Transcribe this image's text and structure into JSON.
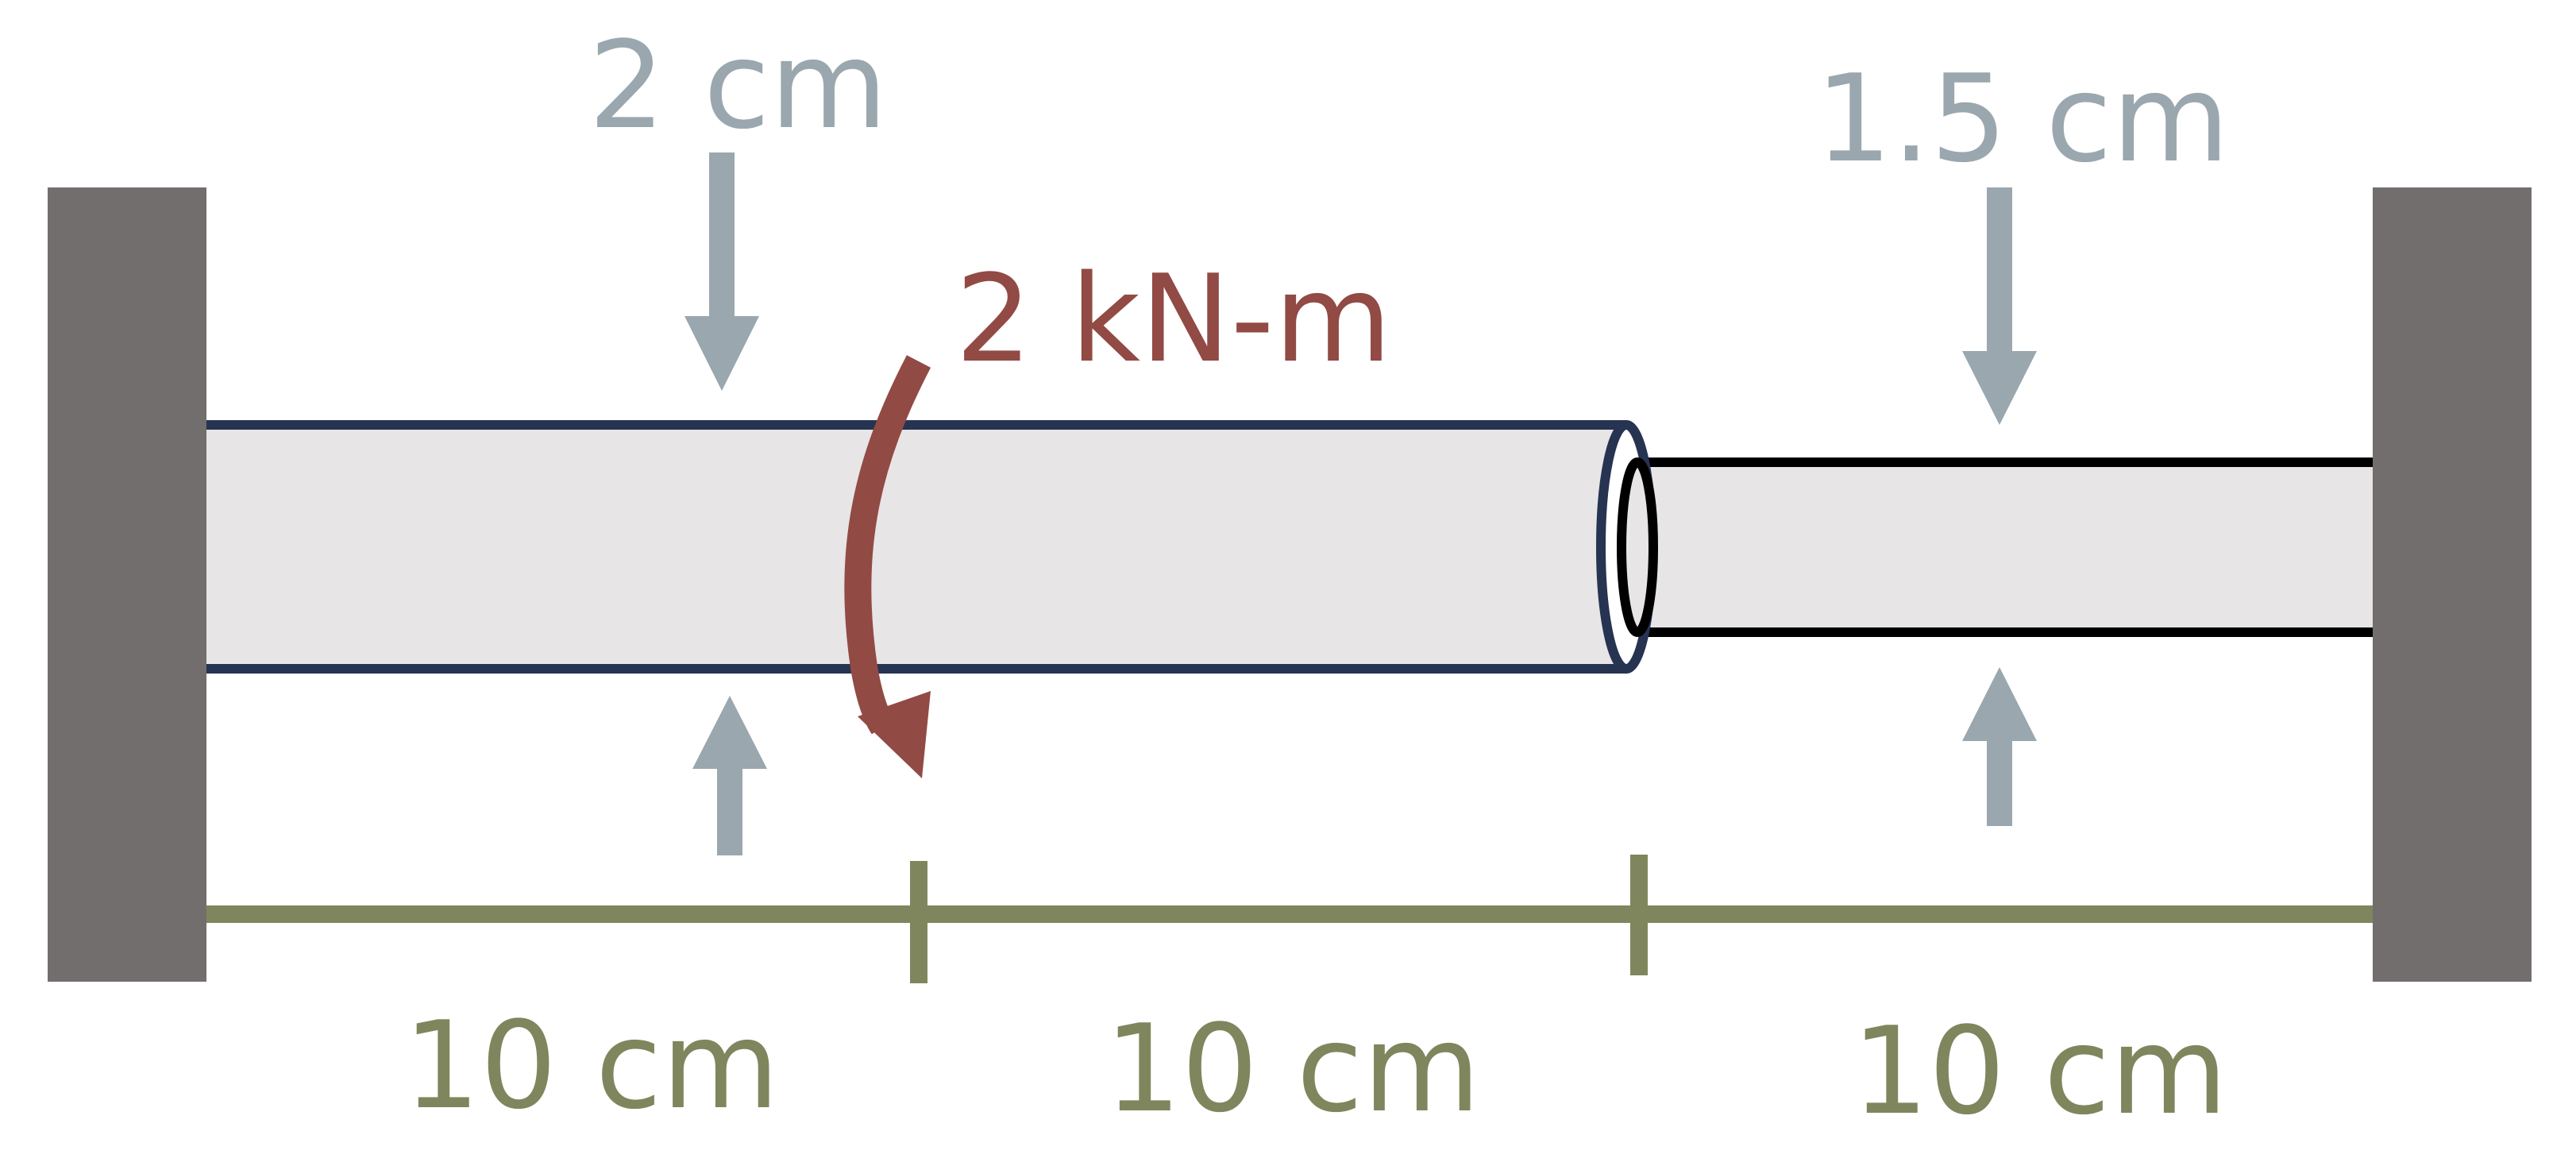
{
  "diagram": {
    "diameters": {
      "large": "2 cm",
      "small": "1.5 cm"
    },
    "torque": {
      "label": "2 kN-m"
    },
    "segments": [
      {
        "label": "10 cm"
      },
      {
        "label": "10 cm"
      },
      {
        "label": "10 cm"
      }
    ]
  },
  "colors": {
    "wall": "#726e6d",
    "shaft_fill": "#e7e5e6",
    "large_shaft_outline": "#263351",
    "small_shaft_outline": "#000000",
    "dimension_arrow": "#9aa7ae",
    "torque": "#924a44",
    "length_line": "#7f865d"
  }
}
